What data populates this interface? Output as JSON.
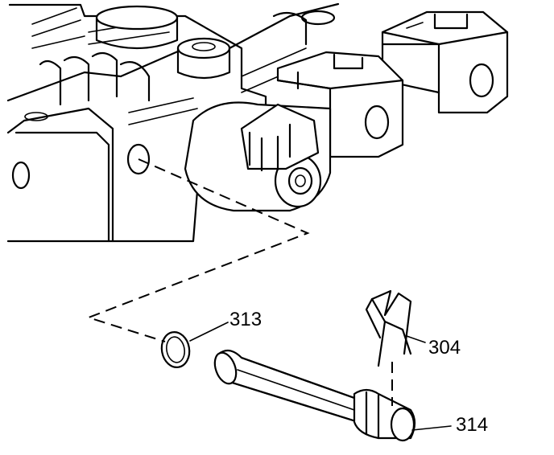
{
  "diagram": {
    "callouts": [
      {
        "id": "313",
        "label": "313",
        "part": "o-ring-seal"
      },
      {
        "id": "304",
        "label": "304",
        "part": "retainer-clip"
      },
      {
        "id": "314",
        "label": "314",
        "part": "solenoid-pin"
      }
    ],
    "colors": {
      "ink": "#000000",
      "paper": "#ffffff"
    }
  }
}
